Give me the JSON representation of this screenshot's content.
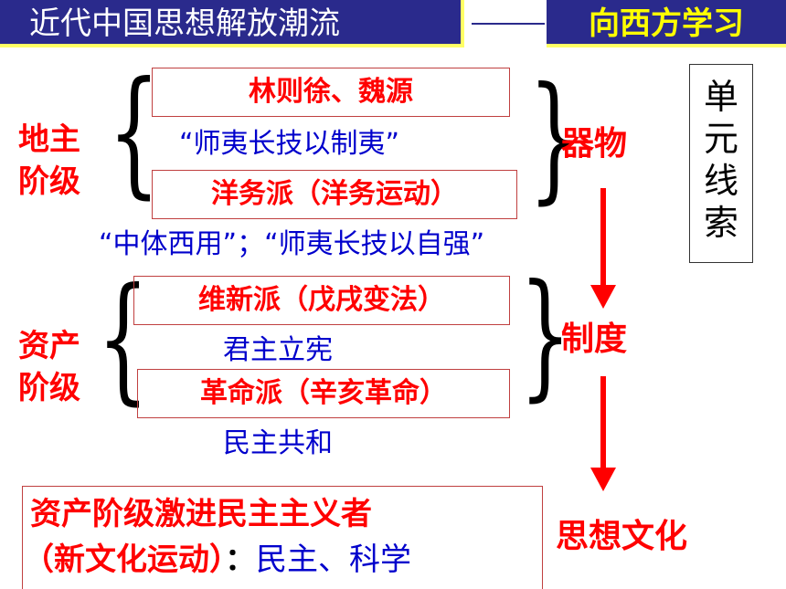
{
  "header": {
    "title": "近代中国思想解放潮流",
    "subtitle": "向西方学习"
  },
  "landlord": {
    "class_label": "地主\n阶级",
    "group1": "林则徐、魏源",
    "slogan1": "“师夷长技以制夷”",
    "group2": "洋务派（洋务运动）",
    "result": "器物"
  },
  "bridge_slogan": "“中体西用”；“师夷长技以自强”",
  "bourgeois": {
    "class_label": "资产\n阶级",
    "group1": "维新派（戊戌变法）",
    "slogan1": "君主立宪",
    "group2": "革命派（辛亥革命）",
    "slogan2": "民主共和",
    "result": "制度"
  },
  "radical": {
    "line1": "资产阶级激进民主主义者",
    "line2_movement": "（新文化运动）",
    "line2_colon": "：",
    "line2_content": "民主、科学",
    "result": "思想文化"
  },
  "thread_label": "单\n元\n线\n索",
  "colors": {
    "header_bg": "#2a2a8c",
    "accent_red": "#ff0000",
    "text_blue": "#0000cc",
    "subtitle_yellow": "#ffff00"
  }
}
